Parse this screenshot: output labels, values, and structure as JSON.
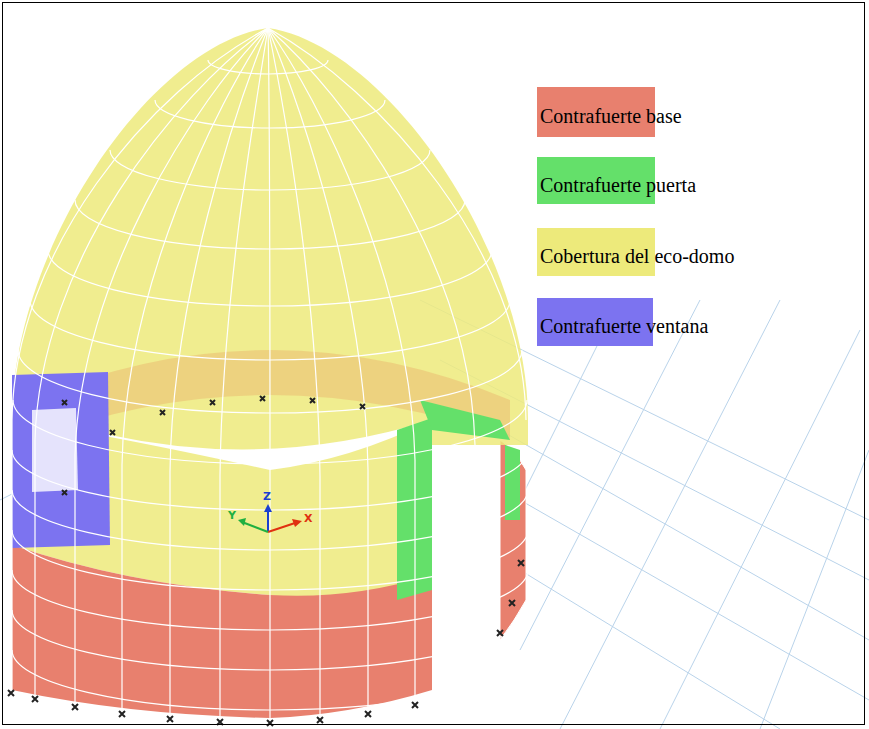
{
  "diagram": {
    "labels": [
      "Z",
      "Y",
      "X"
    ],
    "legend": [
      {
        "text": "Contrafuerte base",
        "color": "#e8806e"
      },
      {
        "text": "Contrafuerte puerta",
        "color": "#64e06a"
      },
      {
        "text": "Cobertura del eco-domo",
        "color": "#edea7b"
      },
      {
        "text": "Contrafuerte ventana",
        "color": "#7c73f0"
      }
    ]
  }
}
